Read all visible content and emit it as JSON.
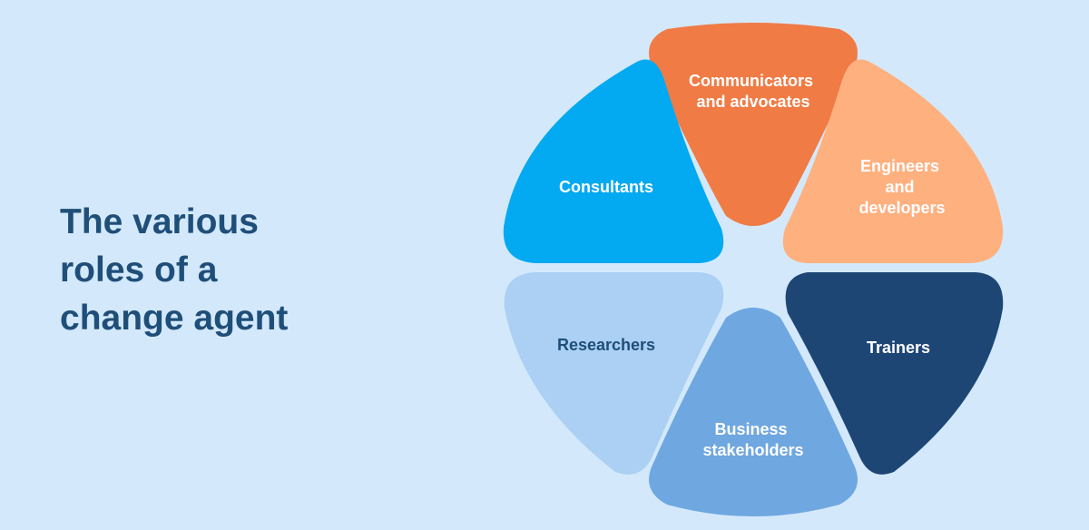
{
  "title": {
    "lines": [
      "The various",
      "roles of a",
      "change agent"
    ]
  },
  "segments": [
    {
      "id": "communicators",
      "lines": [
        "Communicators",
        "and advocates"
      ],
      "fill": "#f07b45",
      "text_color": "#ffffff"
    },
    {
      "id": "engineers",
      "lines": [
        "Engineers",
        "and",
        "developers"
      ],
      "fill": "#ffb07f",
      "text_color": "#ffffff"
    },
    {
      "id": "trainers",
      "lines": [
        "Trainers"
      ],
      "fill": "#1e4675",
      "text_color": "#ffffff"
    },
    {
      "id": "business",
      "lines": [
        "Business",
        "stakeholders"
      ],
      "fill": "#6fa7e0",
      "text_color": "#ffffff"
    },
    {
      "id": "researchers",
      "lines": [
        "Researchers"
      ],
      "fill": "#abd0f4",
      "text_color": "#1f4e79"
    },
    {
      "id": "consultants",
      "lines": [
        "Consultants"
      ],
      "fill": "#03a9f1",
      "text_color": "#ffffff"
    }
  ]
}
